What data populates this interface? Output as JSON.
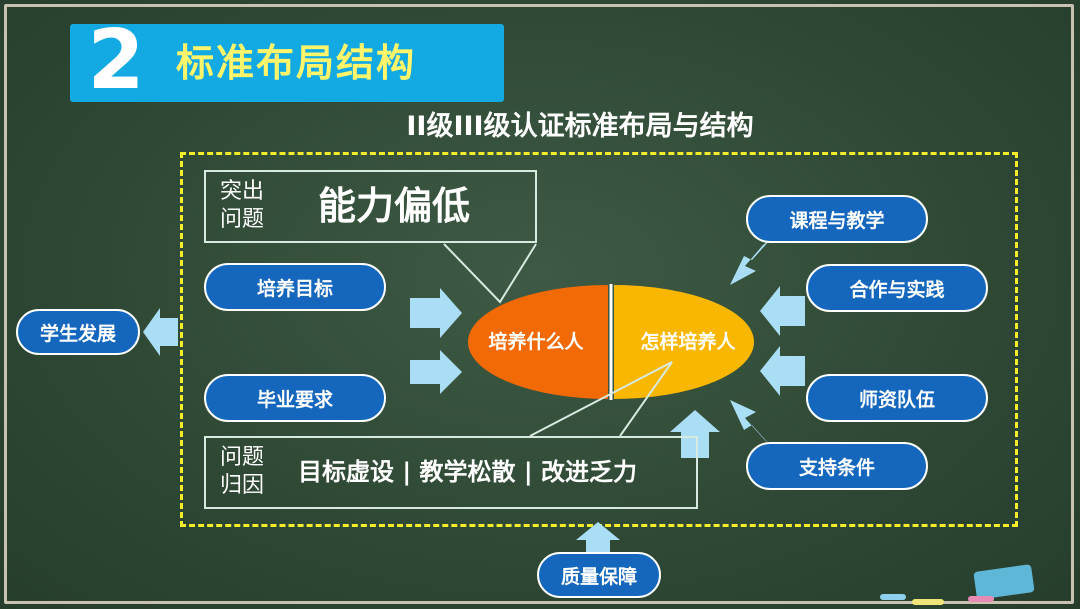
{
  "header": {
    "number": "2",
    "title": "标准布局结构"
  },
  "subtitle": "II级III级认证标准布局与结构",
  "callouts": {
    "top": {
      "label_line1": "突出",
      "label_line2": "问题",
      "text": "能力偏低"
    },
    "bottom": {
      "label_line1": "问题",
      "label_line2": "归因",
      "text": "目标虚设 | 教学松散 | 改进乏力"
    }
  },
  "center": {
    "left_label": "培养什么人",
    "right_label": "怎样培养人"
  },
  "left_pills": [
    "培养目标",
    "毕业要求"
  ],
  "right_pills": [
    "课程与教学",
    "合作与实践",
    "师资队伍",
    "支持条件"
  ],
  "outside": {
    "student_development": "学生发展",
    "quality_assurance": "质量保障"
  },
  "colors": {
    "board": "#2f4935",
    "banner": "#13a9e3",
    "title_text": "#fff56a",
    "pill": "#1467bd",
    "ellipse_left": "#f26a06",
    "ellipse_right": "#f9b701",
    "dashed": "#f4ee2a",
    "arrow": "#a9def4"
  }
}
